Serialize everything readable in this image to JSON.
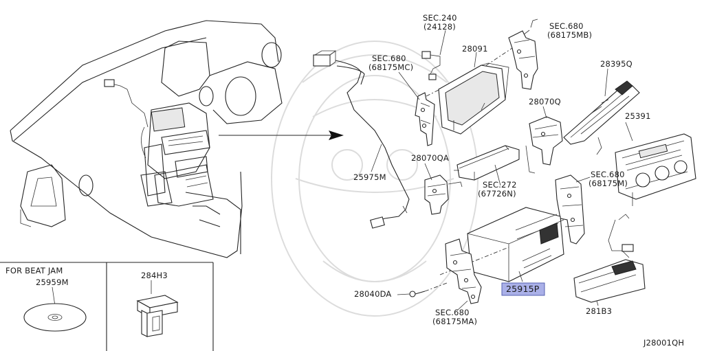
{
  "labels": {
    "sec240": "SEC.240",
    "p24128": "(24128)",
    "sec680_mb": "SEC.680",
    "p68175mb": "(68175MB)",
    "p28091": "28091",
    "sec680_mc": "SEC.680",
    "p68175mc": "(68175MC)",
    "p28395q": "28395Q",
    "p28070q": "28070Q",
    "p25391": "25391",
    "p28070qa": "28070QA",
    "p25975m": "25975M",
    "sec272": "SEC.272",
    "p67726n": "(67726N)",
    "sec680_m": "SEC.680",
    "p68175m": "(68175M)",
    "p25915p": "25915P",
    "p28040da": "28040DA",
    "sec680_ma": "SEC.680",
    "p68175ma": "(68175MA)",
    "p281b3": "281B3",
    "diagram_id": "J28001QH"
  },
  "inset_left": {
    "title": "FOR BEAT JAM",
    "part": "25959M"
  },
  "inset_right": {
    "part": "284H3"
  }
}
